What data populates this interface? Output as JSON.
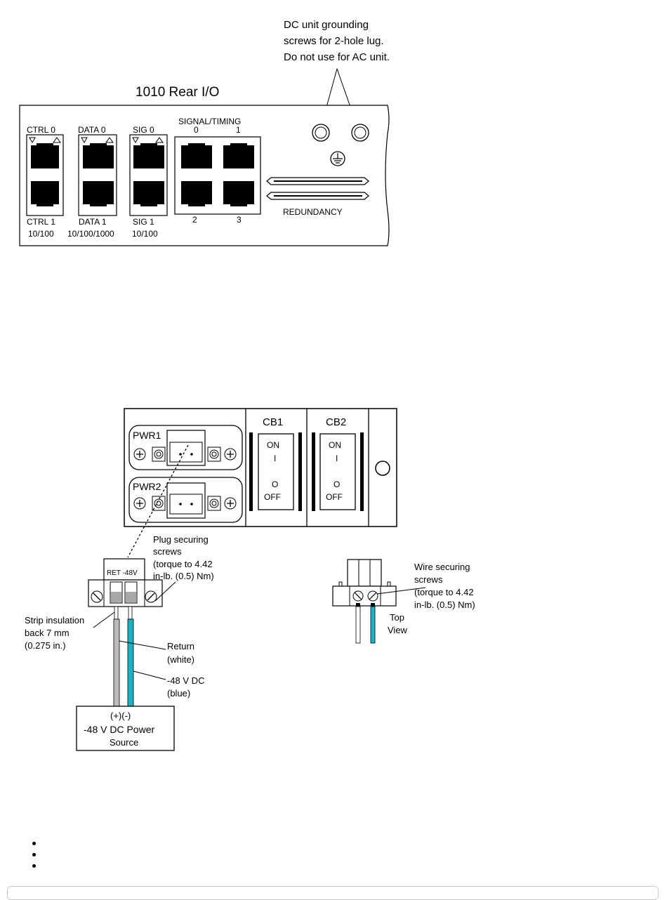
{
  "rear_io": {
    "grounding_note": [
      "DC unit grounding",
      "screws for 2-hole lug.",
      "Do not use for AC unit."
    ],
    "title": "1010  Rear  I/O",
    "ports": {
      "ctrl_top": "CTRL  0",
      "ctrl_bottom": "CTRL  1",
      "ctrl_speed": "10/100",
      "data_top": "DATA 0",
      "data_bottom": "DATA 1",
      "data_speed": "10/100/1000",
      "sig_top": "SIG  0",
      "sig_bottom": "SIG  1",
      "sig_speed": "10/100",
      "signal_timing_title": "SIGNAL/TIMING",
      "st_0": "0",
      "st_1": "1",
      "st_2": "2",
      "st_3": "3"
    },
    "redundancy": "REDUNDANCY"
  },
  "power_panel": {
    "pwr1": "PWR1",
    "pwr2": "PWR2",
    "cb1": "CB1",
    "cb2": "CB2",
    "on": "ON",
    "on_symbol": "I",
    "off_symbol": "O",
    "off": "OFF"
  },
  "connector": {
    "terminal_label": "RET -48V",
    "plug_note": [
      "Plug securing",
      "screws",
      "(torque to 4.42",
      "in-lb. (0.5) Nm)"
    ],
    "strip_note": [
      "Strip  insulation",
      "back 7 mm",
      "(0.275 in.)"
    ],
    "return_note": [
      "Return",
      "(white)"
    ],
    "neg48_note": [
      "-48 V DC",
      "(blue)"
    ],
    "source_polarity": "(+)(-)",
    "source_line1": "-48  V DC  Power",
    "source_line2": "Source",
    "wire_note": [
      "Wire securing",
      "screws",
      "(torque to 4.42",
      "in-lb. (0.5) Nm)"
    ],
    "top_view": [
      "Top",
      "View"
    ]
  },
  "colors": {
    "return_wire": "#bdbdbd",
    "neg48_wire": "#19b3c4",
    "panel_fill": "#ffffff",
    "jack_fill": "#000000",
    "terminal_gray": "#a8a8a8"
  },
  "bullets": [
    "",
    "",
    ""
  ]
}
